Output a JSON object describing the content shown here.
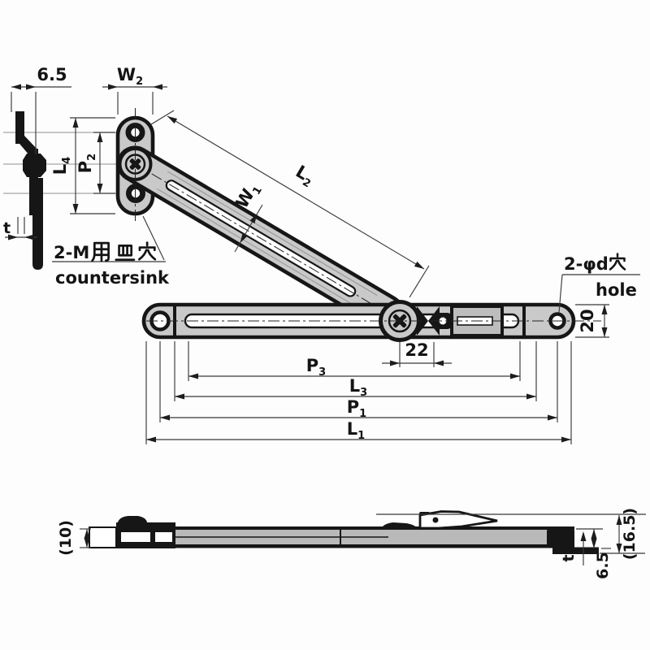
{
  "labels": {
    "offset_top": "6.5",
    "thickness_side": "t",
    "w2": {
      "m": "W",
      "s": "2"
    },
    "l4": {
      "m": "L",
      "s": "4"
    },
    "p2": {
      "m": "P",
      "s": "2"
    },
    "l2": {
      "m": "L",
      "s": "2"
    },
    "w1": {
      "m": "W",
      "s": "1"
    },
    "countersink_jp": "2-M用皿穴",
    "countersink_latin": "2-M",
    "countersink_en": "countersink",
    "hole_jp": "2-φd穴",
    "hole_latin": "2-φd",
    "hole_en": "hole",
    "span_22": "22",
    "width_20": "20",
    "p3": {
      "m": "P",
      "s": "3"
    },
    "l3": {
      "m": "L",
      "s": "3"
    },
    "p1": {
      "m": "P",
      "s": "1"
    },
    "l1": {
      "m": "L",
      "s": "1"
    },
    "folded_left_height": "(10)",
    "folded_total_height": "(16.5)",
    "folded_mid_height": "6.5",
    "folded_thickness": "t"
  },
  "colors": {
    "line": "#161616",
    "part_fill": "#c9c9c9",
    "background": "#fdfdfd"
  }
}
